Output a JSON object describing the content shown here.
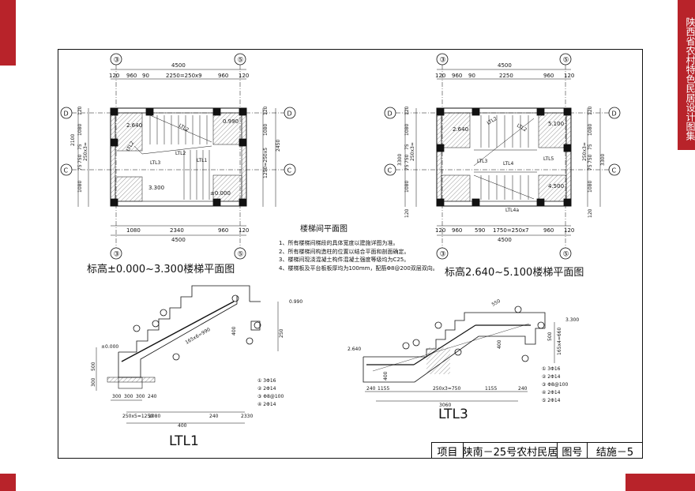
{
  "side_title": "陕西省农村特色民居设计图集",
  "plan1": {
    "title": "标高±0.000~3.300楼梯平面图",
    "axis_top_left": "③",
    "axis_top_right": "⑤",
    "axis_left_top": "D",
    "axis_left_mid": "C",
    "axis_right_top": "D",
    "axis_right_mid": "C",
    "dim_total_top": "4500",
    "dims_top": [
      "120",
      "960",
      "90",
      "2250=250x9",
      "960",
      "120"
    ],
    "dims_left": [
      "120",
      "1080",
      "75",
      "250x3=",
      "750",
      "75",
      "1080"
    ],
    "dim_left_total": "2100",
    "dims_right": [
      "120",
      "1080",
      "1250=250x5",
      "2450"
    ],
    "dims_bottom": [
      "1080",
      "2340",
      "960",
      "120"
    ],
    "dim_total_bottom": "4500",
    "levels": [
      "2.640",
      "0.990",
      "3.300",
      "±0.000"
    ],
    "beams": [
      "LTL2",
      "LTL2",
      "LTL3",
      "LTL1",
      "LTL2"
    ]
  },
  "plan2": {
    "title": "标高2.640~5.100楼梯平面图",
    "axis_top_left": "③",
    "axis_top_right": "⑤",
    "dim_total_top": "4500",
    "dims_top": [
      "120",
      "960",
      "90",
      "2250",
      "960",
      "120"
    ],
    "dims_left": [
      "120",
      "1080",
      "75",
      "250x3=",
      "750",
      "75",
      "1080",
      "120"
    ],
    "dim_left_total": "3300",
    "dims_right": [
      "120",
      "1080",
      "75",
      "250x3=",
      "750",
      "75",
      "1080",
      "120"
    ],
    "dim_right_total": "3300",
    "dims_bottom": [
      "120",
      "960",
      "590",
      "1750=250x7",
      "960",
      "120"
    ],
    "dim_total_bottom": "4500",
    "levels": [
      "2.640",
      "5.100",
      "4.500"
    ],
    "beams": [
      "LTL2",
      "LTL2",
      "LTL3",
      "LTL4",
      "LTL5",
      "LTL4a"
    ]
  },
  "section_title": "楼梯间平面图",
  "notes": [
    "1、所有楼梯间梯段的具体宽度以建施详图为准。",
    "2、所有楼梯间构造柱的位置以结合平面和剖面确定。",
    "3、楼梯间现浇混凝土构件混凝土强度等级均为C25。",
    "4、楼梯板及平台板板厚均为100mm，配筋Φ8@200双层双向。"
  ],
  "ltl1": {
    "label": "LTL1",
    "levels": [
      "±0.000",
      "0.990"
    ],
    "dims": [
      "500",
      "300",
      "300",
      "300",
      "300",
      "240",
      "250x5=1250",
      "1080",
      "240",
      "2330",
      "400",
      "400",
      "165x6=990",
      "250"
    ],
    "legend": [
      "① 3Φ16",
      "② 2Φ14",
      "③ Φ8@100",
      "④ 2Φ14"
    ]
  },
  "ltl3": {
    "label": "LTL3",
    "levels": [
      "2.640",
      "3.300"
    ],
    "dims": [
      "240",
      "1155",
      "250x3=750",
      "1155",
      "240",
      "3060",
      "400",
      "500",
      "400",
      "165x4=660",
      "550"
    ],
    "legend": [
      "① 3Φ16",
      "② 2Φ14",
      "③ Φ8@100",
      "④ 2Φ14",
      "⑤ 2Φ14"
    ]
  },
  "titleblock": {
    "project_label": "项目",
    "project_value": "陕南－25号农村民居",
    "drawing_no_label": "图号",
    "drawing_no_value": "结施－5"
  }
}
